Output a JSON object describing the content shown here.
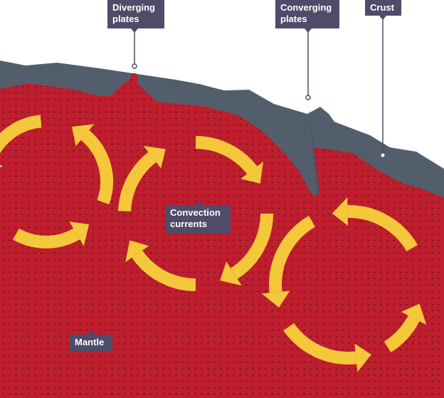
{
  "labels": {
    "diverging": "Diverging plates",
    "converging": "Converging plates",
    "crust": "Crust",
    "convection": "Convection currents",
    "mantle": "Mantle"
  },
  "colors": {
    "mantle": "#be1e2d",
    "crust": "#535e6c",
    "arrow": "#f5c73b",
    "label_bg": "#4e4c68"
  }
}
